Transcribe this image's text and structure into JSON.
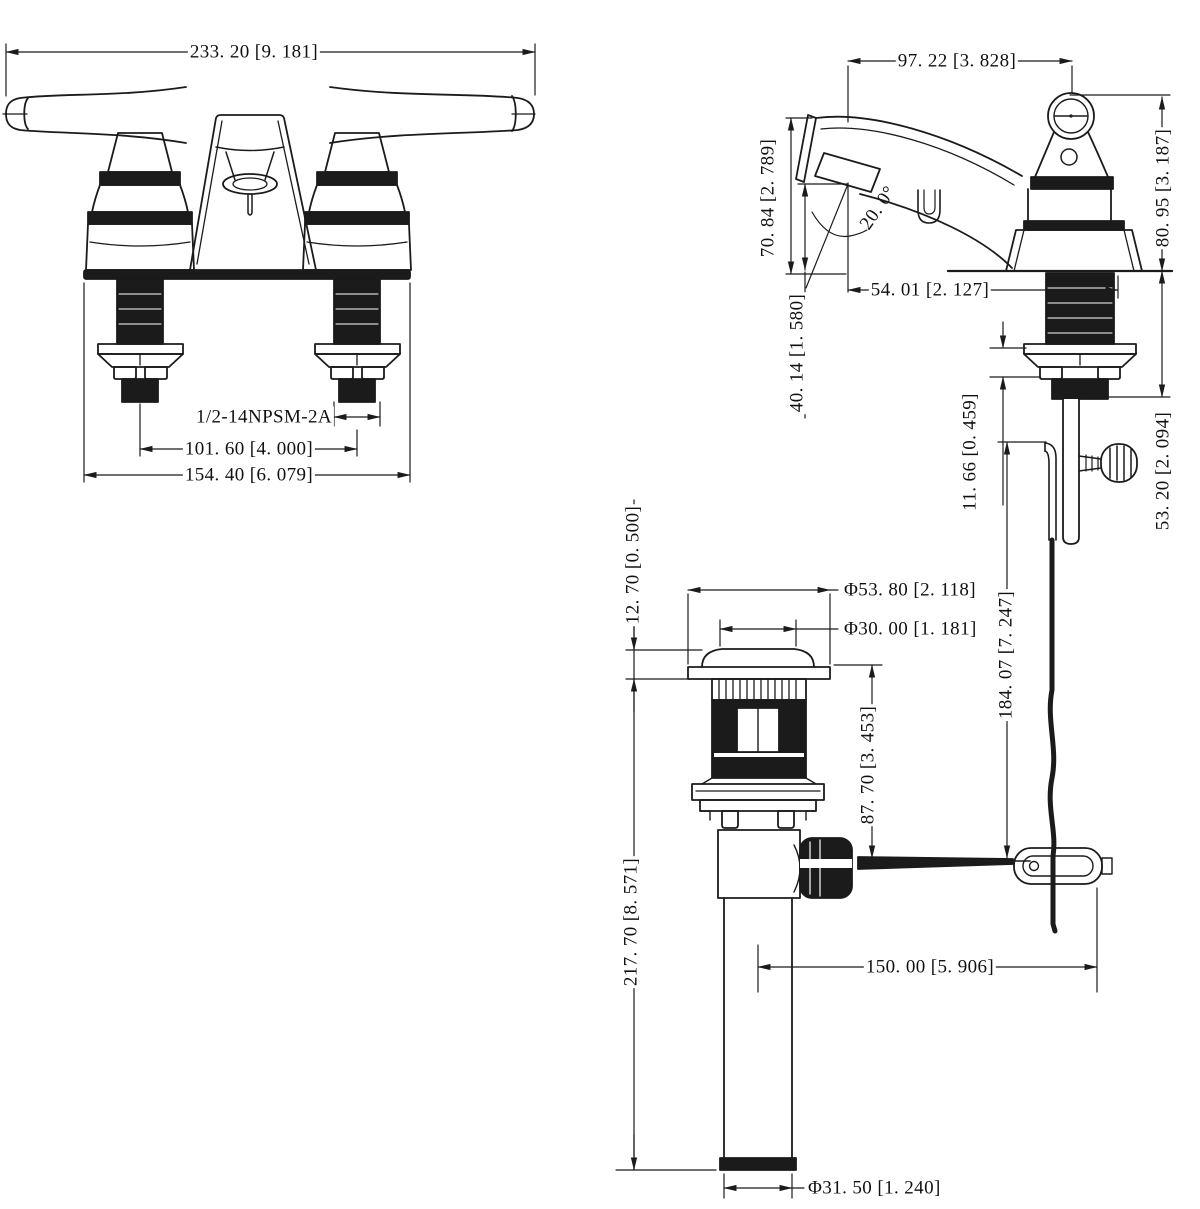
{
  "drawing": {
    "type": "faucet-technical-drawing",
    "line_color": "#1b1b1b",
    "background": "#ffffff"
  },
  "front_view": {
    "overall_width": "233. 20 [9. 181]",
    "thread_spec": "1/2-14NPSM-2A",
    "handle_spacing": "101. 60 [4. 000]",
    "base_width": "154. 40 [6. 079]"
  },
  "side_view": {
    "spout_reach": "97. 22 [3. 828]",
    "spout_height": "70. 84 [2. 789]",
    "overall_height": "80. 95 [3. 187]",
    "spout_angle": "20. 0°",
    "outlet_offset": "54. 01 [2. 127]",
    "outlet_height": "40. 14 [1. 580]",
    "locknut_thickness": "11. 66 [0. 459]",
    "shank_length": "53. 20 [2. 094]",
    "lift_rod_drop": "184. 07 [7. 247]"
  },
  "drain_view": {
    "cap_height": "12. 70 [0. 500]",
    "flange_diameter": "Φ53. 80 [2. 118]",
    "cap_diameter": "Φ30. 00 [1. 181]",
    "body_height": "87. 70 [3. 453]",
    "overall_height": "217. 70 [8. 571]",
    "rod_reach": "150. 00 [5. 906]",
    "tailpiece_diameter": "Φ31. 50 [1. 240]"
  }
}
